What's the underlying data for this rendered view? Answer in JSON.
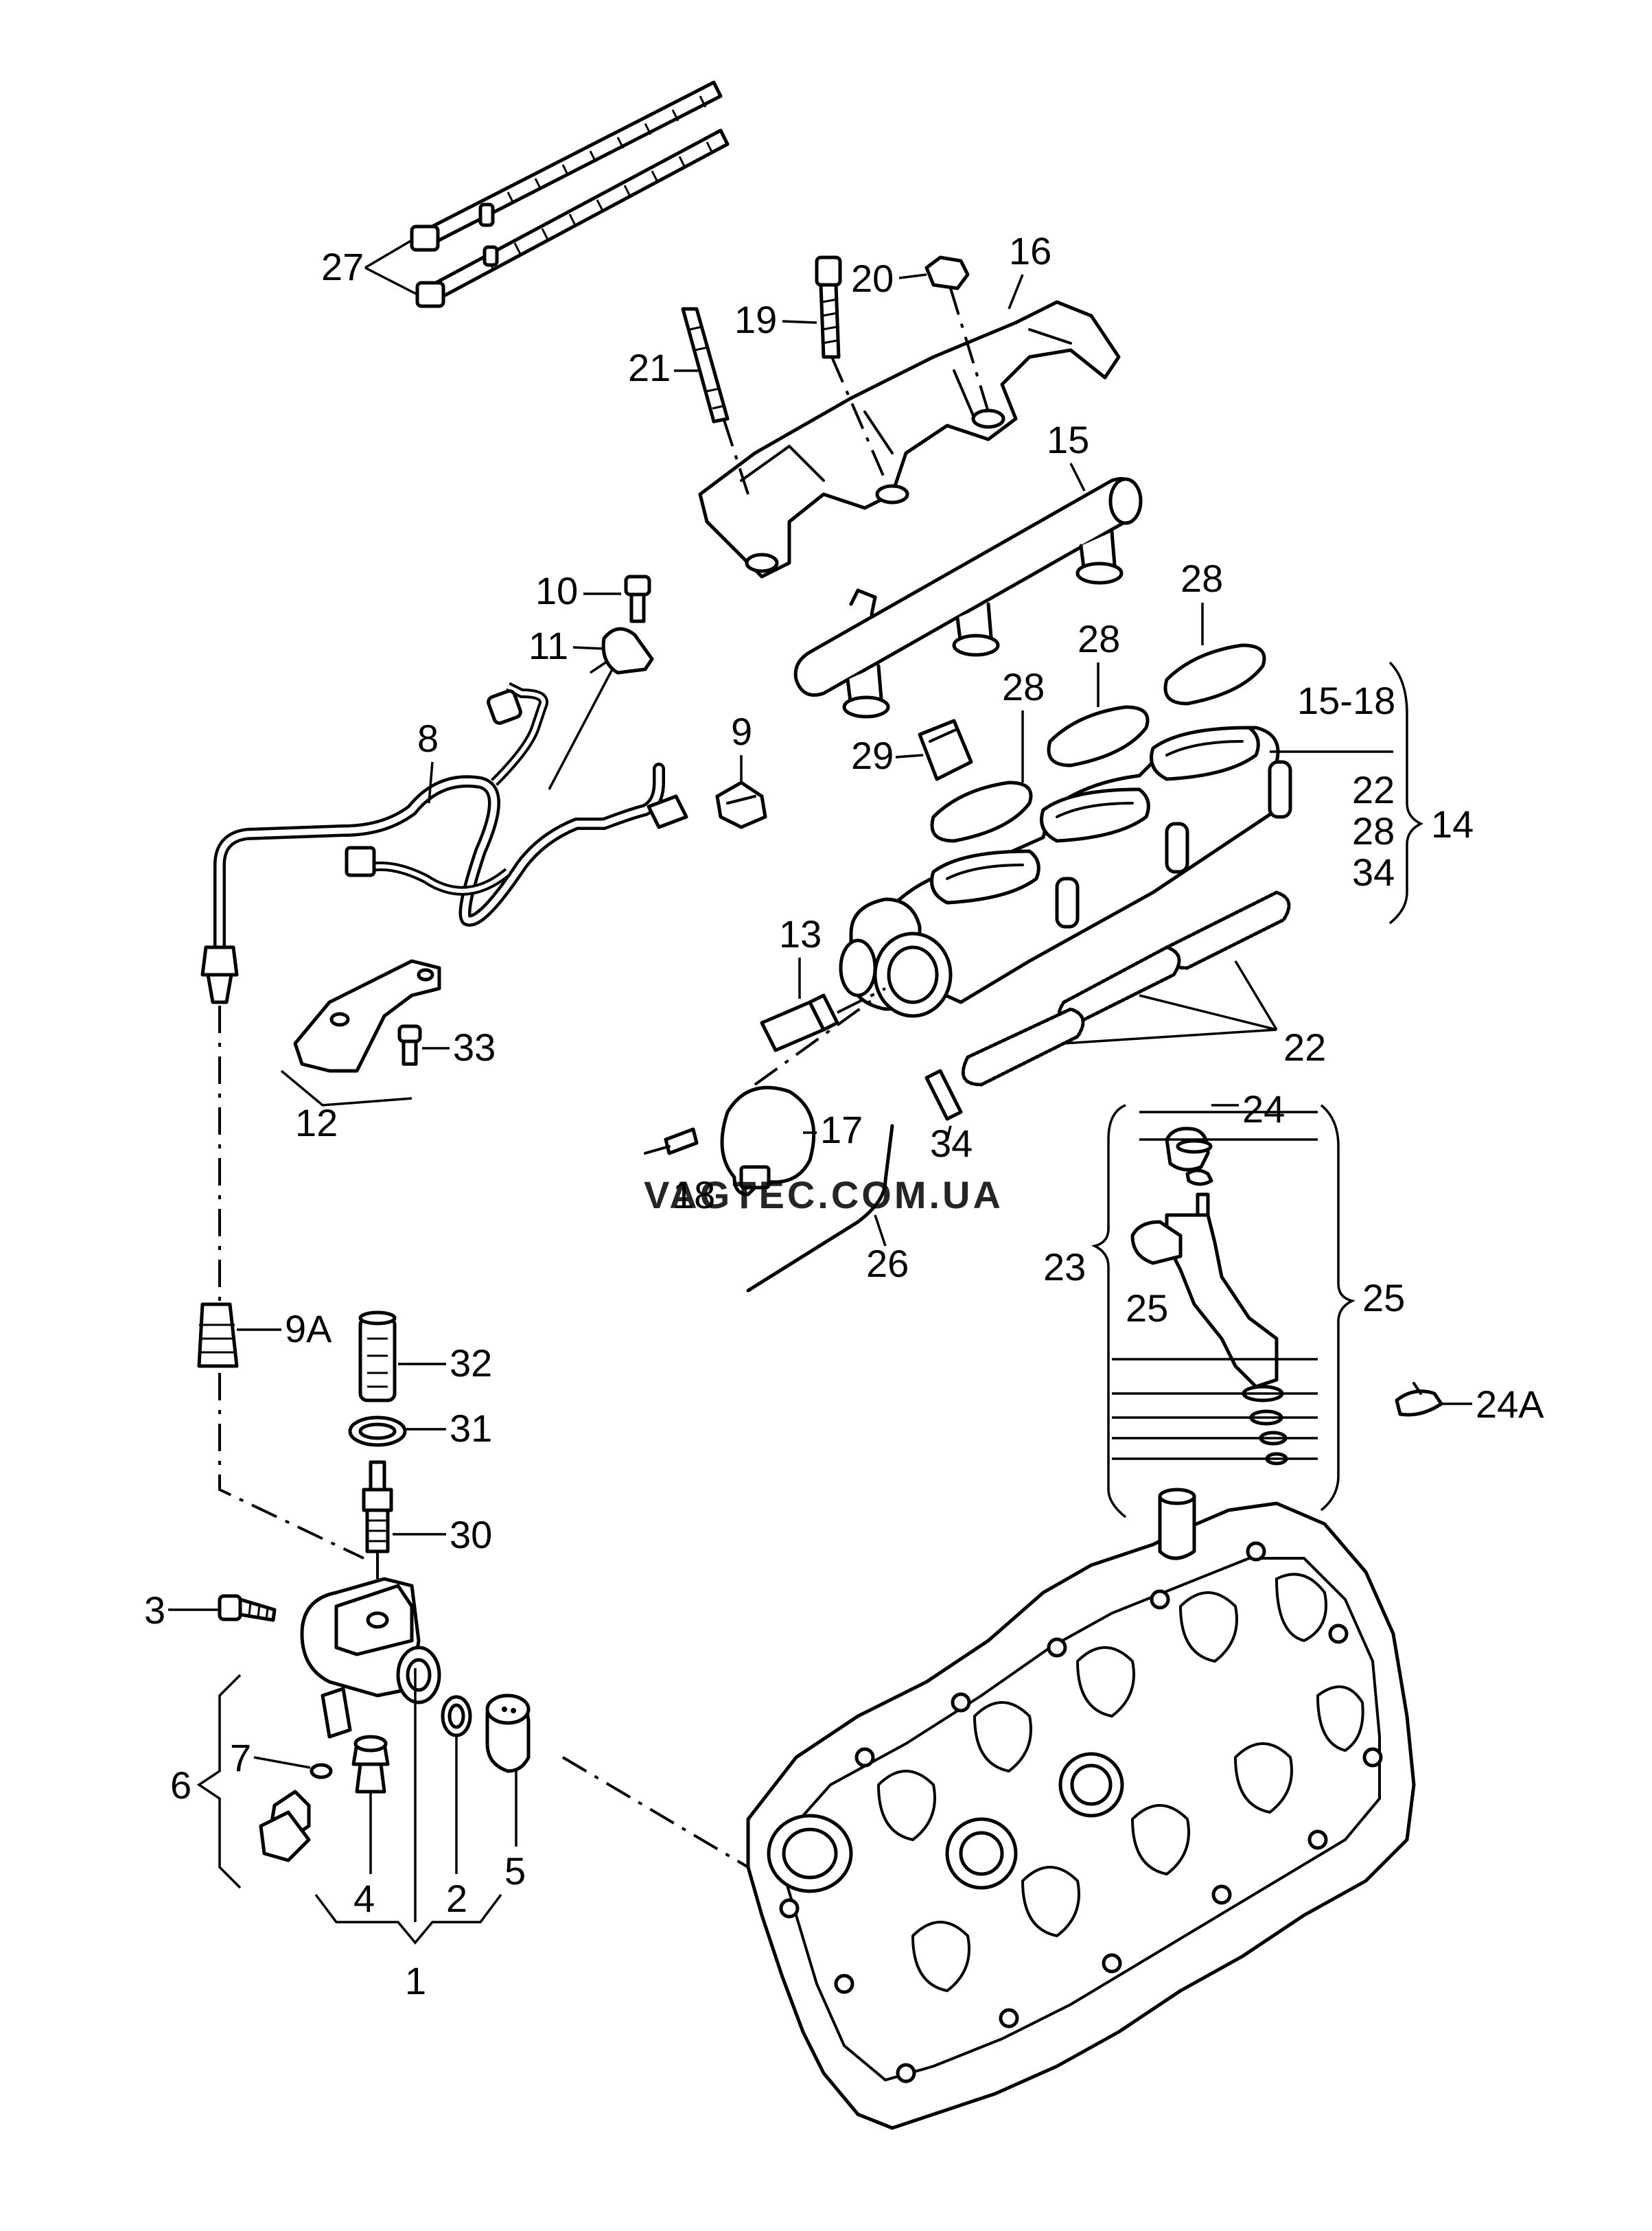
{
  "watermark": "VAGTEC.COM.UA",
  "watermark_color": "#f4a0aa",
  "callouts": {
    "c1": "1",
    "c2": "2",
    "c3": "3",
    "c4": "4",
    "c5": "5",
    "c6": "6",
    "c7": "7",
    "c8": "8",
    "c9": "9",
    "c9a": "9A",
    "c10": "10",
    "c11": "11",
    "c12": "12",
    "c13": "13",
    "c14": "14",
    "c15": "15",
    "c15_18": "15-18",
    "c16": "16",
    "c17": "17",
    "c18": "18",
    "c19": "19",
    "c20": "20",
    "c21": "21",
    "c22_a": "22",
    "c22_b": "22",
    "c23": "23",
    "c24": "24",
    "c24a": "24A",
    "c25_a": "25",
    "c25_b": "25",
    "c26": "26",
    "c27": "27",
    "c28_a": "28",
    "c28_b": "28",
    "c28_c": "28",
    "c28_d": "28",
    "c29": "29",
    "c30": "30",
    "c31": "31",
    "c32": "32",
    "c33": "33",
    "c34_a": "34",
    "c34_b": "34"
  }
}
